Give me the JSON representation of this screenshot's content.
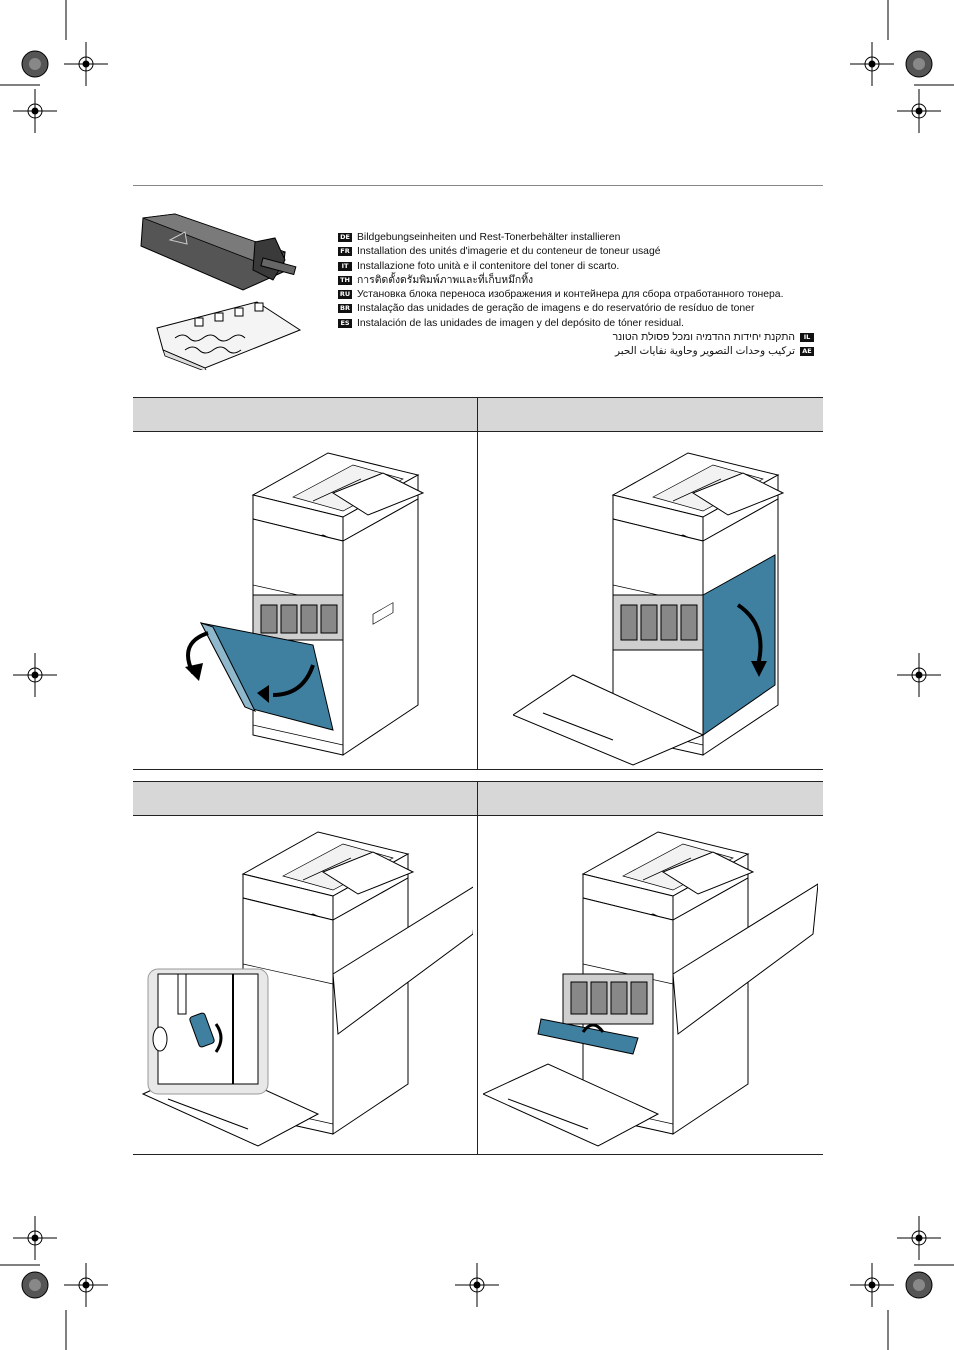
{
  "title_languages": [
    {
      "code": "DE",
      "text": "Bildgebungseinheiten und Rest-Tonerbehälter installieren"
    },
    {
      "code": "FR",
      "text": "Installation des unités d'imagerie et du conteneur de toneur usagé"
    },
    {
      "code": "IT",
      "text": "Installazione foto unità e il contenitore del toner di scarto."
    },
    {
      "code": "TH",
      "text": "การติดตั้งดรัมพิมพ์ภาพและที่เก็บหมึกทิ้ง"
    },
    {
      "code": "RU",
      "text": "Установка блока переноса изображения и контейнера для сбора отработанного тонера."
    },
    {
      "code": "BR",
      "text": "Instalação das unidades de geração de imagens e do reservatório de resíduo de toner"
    },
    {
      "code": "ES",
      "text": "Instalación de las unidades de imagen y del depósito de tóner residual."
    },
    {
      "code": "IL",
      "text": "התקנת יחידות ההדמיה ומכל פסולת הטונר"
    },
    {
      "code": "AE",
      "text": "تركيب وحدات التصوير وحاوية نفايات الحبر"
    }
  ],
  "steps": [
    {
      "label": ""
    },
    {
      "label": ""
    },
    {
      "label": ""
    },
    {
      "label": ""
    }
  ],
  "colors": {
    "door_blue": "#3f7fa0",
    "header_gray": "#d7d7d7",
    "panel_gray": "#e8e8e8"
  }
}
